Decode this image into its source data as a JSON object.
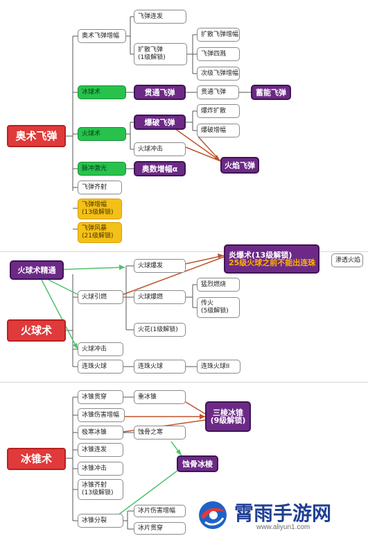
{
  "roots": {
    "arcane": "奥术飞弹",
    "fireball": "火球术",
    "fireball_master": "火球术精通",
    "icelance": "冰锥术"
  },
  "arcane": {
    "branch1": "奥术飞弹增幅",
    "b1_c1": "飞弹连发",
    "b1_c2_line1": "扩散飞弹",
    "b1_c2_line2": "(1级解锁)",
    "b1_c2_c1": "扩散飞弹增幅",
    "b1_c2_c2": "飞弹四溅",
    "b1_c2_c3": "次级飞弹增幅",
    "ice": "冰球术",
    "penetrate": "贯通飞弹",
    "penetrate_small": "贯通飞弹",
    "charged": "蓄能飞弹",
    "fireball": "火球术",
    "explode": "爆破飞弹",
    "explode_c1": "爆炸扩散",
    "explode_c2": "爆破增幅",
    "fire_impact": "火球冲击",
    "flame_missile": "火焰飞弹",
    "pulse": "脉冲激光",
    "arcane_amp": "奥数增幅α",
    "missile_shot": "飞弹齐射",
    "missile_amp_line1": "飞弹增幅",
    "missile_amp_line2": "(13级解锁)",
    "missile_storm_line1": "飞弹风暴",
    "missile_storm_line2": "(21级解锁)"
  },
  "fireball": {
    "burst": "火球爆发",
    "blast_line1": "炎爆术(13级解锁)",
    "blast_line2": "25级火球之前不能出连珠",
    "penetrate_fire": "渗透火焰",
    "ignite": "火球引燃",
    "ignite_burn": "火球爆燃",
    "fierce": "猛烈燃烧",
    "spread_line1": "传火",
    "spread_line2": "(5级解锁)",
    "spark": "火花(1级解锁)",
    "impact": "火球冲击",
    "chain1": "连珠火球",
    "chain2": "连珠火球",
    "chain3": "连珠火球II"
  },
  "icelance": {
    "pierce": "冰锥贯穿",
    "heavy": "重冰锥",
    "dmg_amp": "冰锥伤害增幅",
    "triple_line1": "三棱冰锥",
    "triple_line2": "(9级解锁)",
    "cold": "极寒冰锥",
    "erode": "蚀骨之寒",
    "rapid": "冰锥连发",
    "impact": "冰锥冲击",
    "bone_ice": "蚀骨冰棱",
    "volley_line1": "冰锥齐射",
    "volley_line2": "(13级解锁)",
    "split": "冰锥分裂",
    "shard_amp": "冰片伤害增幅",
    "shard_pierce": "冰片贯穿"
  },
  "watermark": {
    "brand": "霄雨手游网",
    "url": "www.aliyun1.com"
  },
  "colors": {
    "root_red": "#e03a3a",
    "green": "#27c24c",
    "yellow": "#f4c117",
    "purple": "#6c2a86",
    "orange_text": "#ffb200",
    "link_orange": "#c0532a",
    "link_green": "#4dc26a",
    "tree_line": "#555555"
  }
}
